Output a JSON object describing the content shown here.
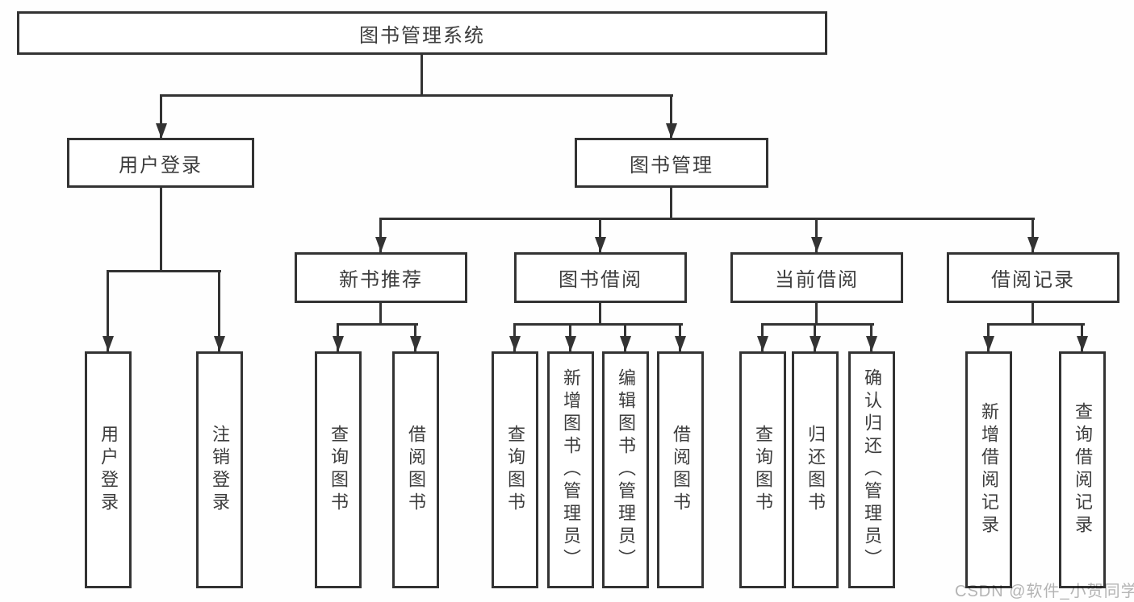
{
  "watermark": {
    "text": "CSDN @软件_小贺同学"
  },
  "colors": {
    "line": "#333333",
    "text": "#3d3d3d",
    "box_background": "#ffffff",
    "watermark": "#b5b5b5"
  },
  "tree": {
    "root": {
      "label": "图书管理系统"
    },
    "branches": [
      {
        "label": "用户登录",
        "children": [
          {
            "label": "用户登录"
          },
          {
            "label": "注销登录"
          }
        ]
      },
      {
        "label": "图书管理",
        "children": [
          {
            "label": "新书推荐",
            "children": [
              {
                "label": "查询图书"
              },
              {
                "label": "借阅图书"
              }
            ]
          },
          {
            "label": "图书借阅",
            "children": [
              {
                "label": "查询图书"
              },
              {
                "label": "新增图书（管理员）"
              },
              {
                "label": "编辑图书（管理员）"
              },
              {
                "label": "借阅图书"
              }
            ]
          },
          {
            "label": "当前借阅",
            "children": [
              {
                "label": "查询图书"
              },
              {
                "label": "归还图书"
              },
              {
                "label": "确认归还（管理员）"
              }
            ]
          },
          {
            "label": "借阅记录",
            "children": [
              {
                "label": "新增借阅记录"
              },
              {
                "label": "查询借阅记录"
              }
            ]
          }
        ]
      }
    ]
  }
}
